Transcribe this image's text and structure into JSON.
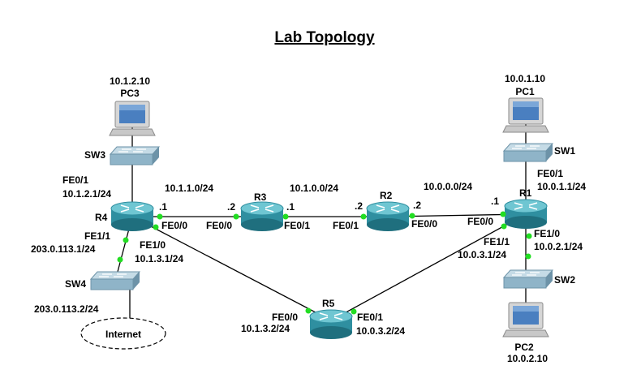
{
  "title": "Lab Topology",
  "colors": {
    "router_body": "#2f8fa0",
    "router_top": "#6fc6d2",
    "switch_body": "#8fb4c8",
    "port_dot": "#22dd22"
  },
  "nodes": {
    "r1": {
      "name": "R1",
      "icon": "router-icon"
    },
    "r2": {
      "name": "R2",
      "icon": "router-icon"
    },
    "r3": {
      "name": "R3",
      "icon": "router-icon"
    },
    "r4": {
      "name": "R4",
      "icon": "router-icon"
    },
    "r5": {
      "name": "R5",
      "icon": "router-icon"
    },
    "sw1": {
      "name": "SW1",
      "icon": "switch-icon"
    },
    "sw2": {
      "name": "SW2",
      "icon": "switch-icon"
    },
    "sw3": {
      "name": "SW3",
      "icon": "switch-icon"
    },
    "sw4": {
      "name": "SW4",
      "icon": "switch-icon"
    },
    "pc1": {
      "name": "PC1",
      "ip": "10.0.1.10",
      "icon": "pc-icon"
    },
    "pc2": {
      "name": "PC2",
      "ip": "10.0.2.10",
      "icon": "pc-icon"
    },
    "pc3": {
      "name": "PC3",
      "ip": "10.1.2.10",
      "icon": "pc-icon"
    },
    "internet": {
      "name": "Internet",
      "icon": "cloud-icon"
    }
  },
  "labels": {
    "r4_fe01": "FE0/1",
    "r4_fe01_ip": "10.1.2.1/24",
    "net_10_1_1": "10.1.1.0/24",
    "r4_dot1": ".1",
    "r4_fe00": "FE0/0",
    "r4_fe11": "FE1/1",
    "r4_fe11_ip": "203.0.113.1/24",
    "r4_fe10": "FE1/0",
    "r4_fe10_ip": "10.1.3.1/24",
    "sw4_ip": "203.0.113.2/24",
    "r3_dot2": ".2",
    "r3_fe00": "FE0/0",
    "net_10_1_0": "10.1.0.0/24",
    "r3_dot1": ".1",
    "r3_fe01": "FE0/1",
    "r2_dot2_left": ".2",
    "r2_fe01": "FE0/1",
    "r2_dot2_right": ".2",
    "r2_fe00": "FE0/0",
    "net_10_0_0": "10.0.0.0/24",
    "r1_dot1": ".1",
    "r1_fe00": "FE0/0",
    "r1_fe01": "FE0/1",
    "r1_fe01_ip": "10.0.1.1/24",
    "r1_fe11": "FE1/1",
    "r1_fe11_ip": "10.0.3.1/24",
    "r1_fe10": "FE1/0",
    "r1_fe10_ip": "10.0.2.1/24",
    "r5_fe00": "FE0/0",
    "r5_fe00_ip": "10.1.3.2/24",
    "r5_fe01": "FE0/1",
    "r5_fe01_ip": "10.0.3.2/24"
  }
}
